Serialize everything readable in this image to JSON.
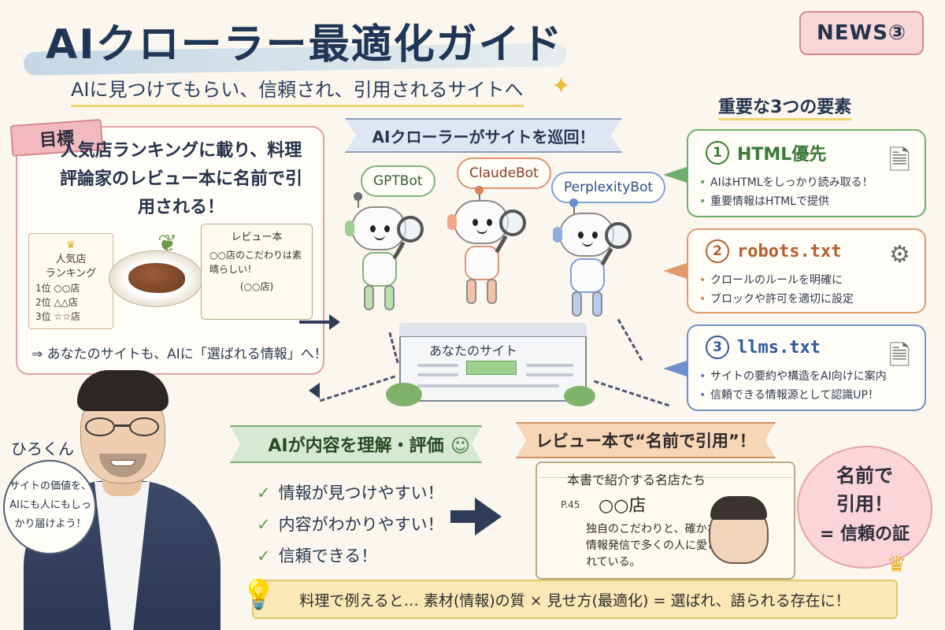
{
  "header": {
    "title": "AIクローラー最適化ガイド",
    "subtitle": "AIに見つけてもらい、信頼され、引用されるサイトへ",
    "badge": "NEWS③"
  },
  "goal": {
    "tag": "目標",
    "text": "人気店ランキングに載り、料理評論家のレビュー本に名前で引用される！",
    "ranking_title": "人気店\nランキング",
    "ranking_items": [
      "1位 ○○店",
      "2位 △△店",
      "3位 ☆☆店",
      "…"
    ],
    "review_title": "レビュー本",
    "review_text": "○○店のこだわりは素晴らしい！",
    "review_name": "(○○店)",
    "footer": "⇒ あなたのサイトも、AIに「選ばれる情報」へ！"
  },
  "crawlers": {
    "banner": "AIクローラーがサイトを巡回！",
    "bots": [
      "GPTBot",
      "ClaudeBot",
      "PerplexityBot"
    ],
    "site_label": "あなたのサイト"
  },
  "requirements": {
    "title": "重要な3つの要素",
    "items": [
      {
        "num": "1",
        "title": "HTML優先",
        "bullets": [
          "AIはHTMLをしっかり読み取る！",
          "重要情報はHTMLで提供"
        ],
        "icon": "document-icon"
      },
      {
        "num": "2",
        "title": "robots.txt",
        "bullets": [
          "クロールのルールを明確に",
          "ブロックや許可を適切に設定"
        ],
        "icon": "robot-icon"
      },
      {
        "num": "3",
        "title": "llms.txt",
        "bullets": [
          "サイトの要約や構造をAI向けに案内",
          "信頼できる情報源として認識UP！"
        ],
        "icon": "document-icon"
      }
    ]
  },
  "understand": {
    "banner": "AIが内容を理解・評価",
    "checks": [
      "情報が見つけやすい！",
      "内容がわかりやすい！",
      "信頼できる！"
    ]
  },
  "review": {
    "banner": "レビュー本で“名前で引用”！",
    "book_title": "本書で紹介する名店たち",
    "page": "P.45",
    "shop": "○○店",
    "desc": "独自のこだわりと、確かな情報発信で多くの人に愛されている。"
  },
  "cloud": {
    "line1": "名前で",
    "line2": "引用！",
    "line3": "= 信頼の証"
  },
  "person": {
    "name": "ひろくん",
    "speech": "サイトの価値を、AIにも人にもしっかり届けよう！"
  },
  "bottom": {
    "text": "料理で例えると… 素材(情報)の質 × 見せ方(最適化) = 選ばれ、語られる存在に！"
  },
  "colors": {
    "title": "#1f3657",
    "green": "#6fae6a",
    "orange": "#e09a6e",
    "blue": "#6d8fcc",
    "pink": "#e3a0a6",
    "yellow": "#f0d46a"
  }
}
